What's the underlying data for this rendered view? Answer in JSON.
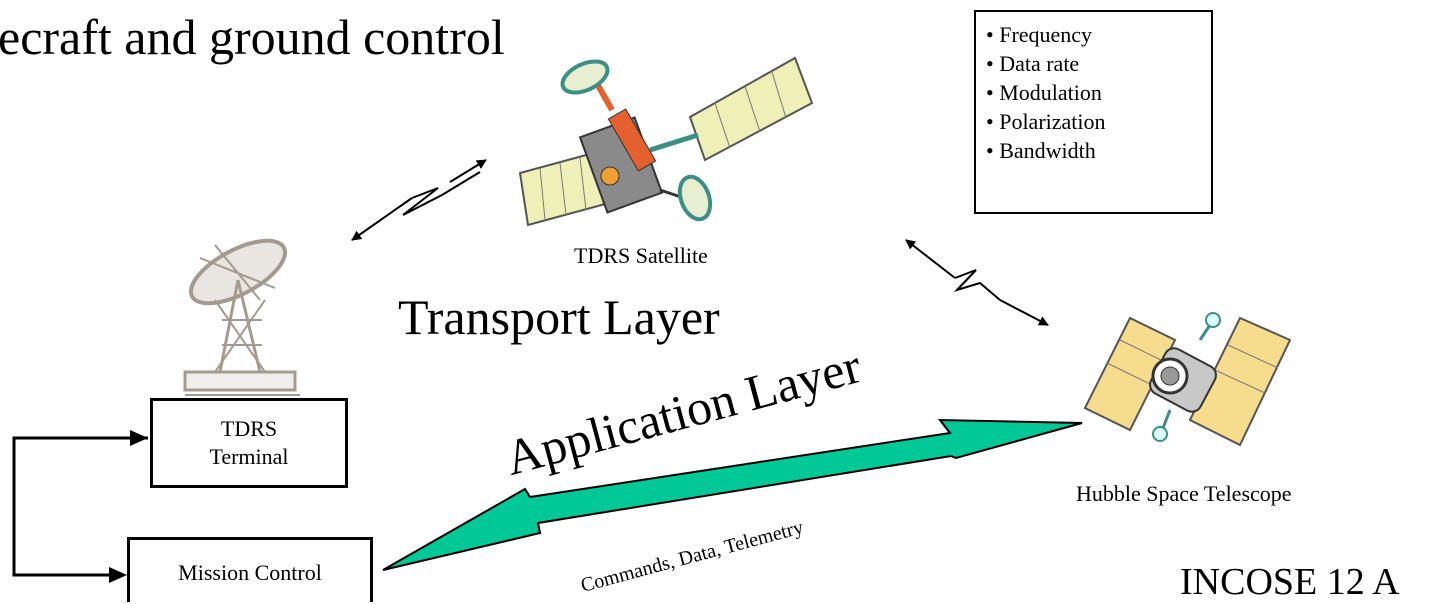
{
  "title": "ecraft and ground control",
  "link_parameters": [
    "Frequency",
    "Data rate",
    "Modulation",
    "Polarization",
    "Bandwidth"
  ],
  "nodes": {
    "tdrs_satellite": "TDRS Satellite",
    "hubble": "Hubble Space Telescope",
    "tdrs_terminal": [
      "TDRS",
      "Terminal"
    ],
    "mission_control": "Mission Control"
  },
  "layers": {
    "transport": "Transport Layer",
    "application": "Application Layer",
    "application_payload": "Commands, Data, Telemetry"
  },
  "footer": "INCOSE 12 A",
  "colors": {
    "application_arrow": "#00c896",
    "satellite_panel": "#eef0b8",
    "satellite_body": "#808080",
    "satellite_accent": "#e4602f",
    "hubble_panel": "#f6dd8e",
    "dish": "#a39b8f"
  }
}
